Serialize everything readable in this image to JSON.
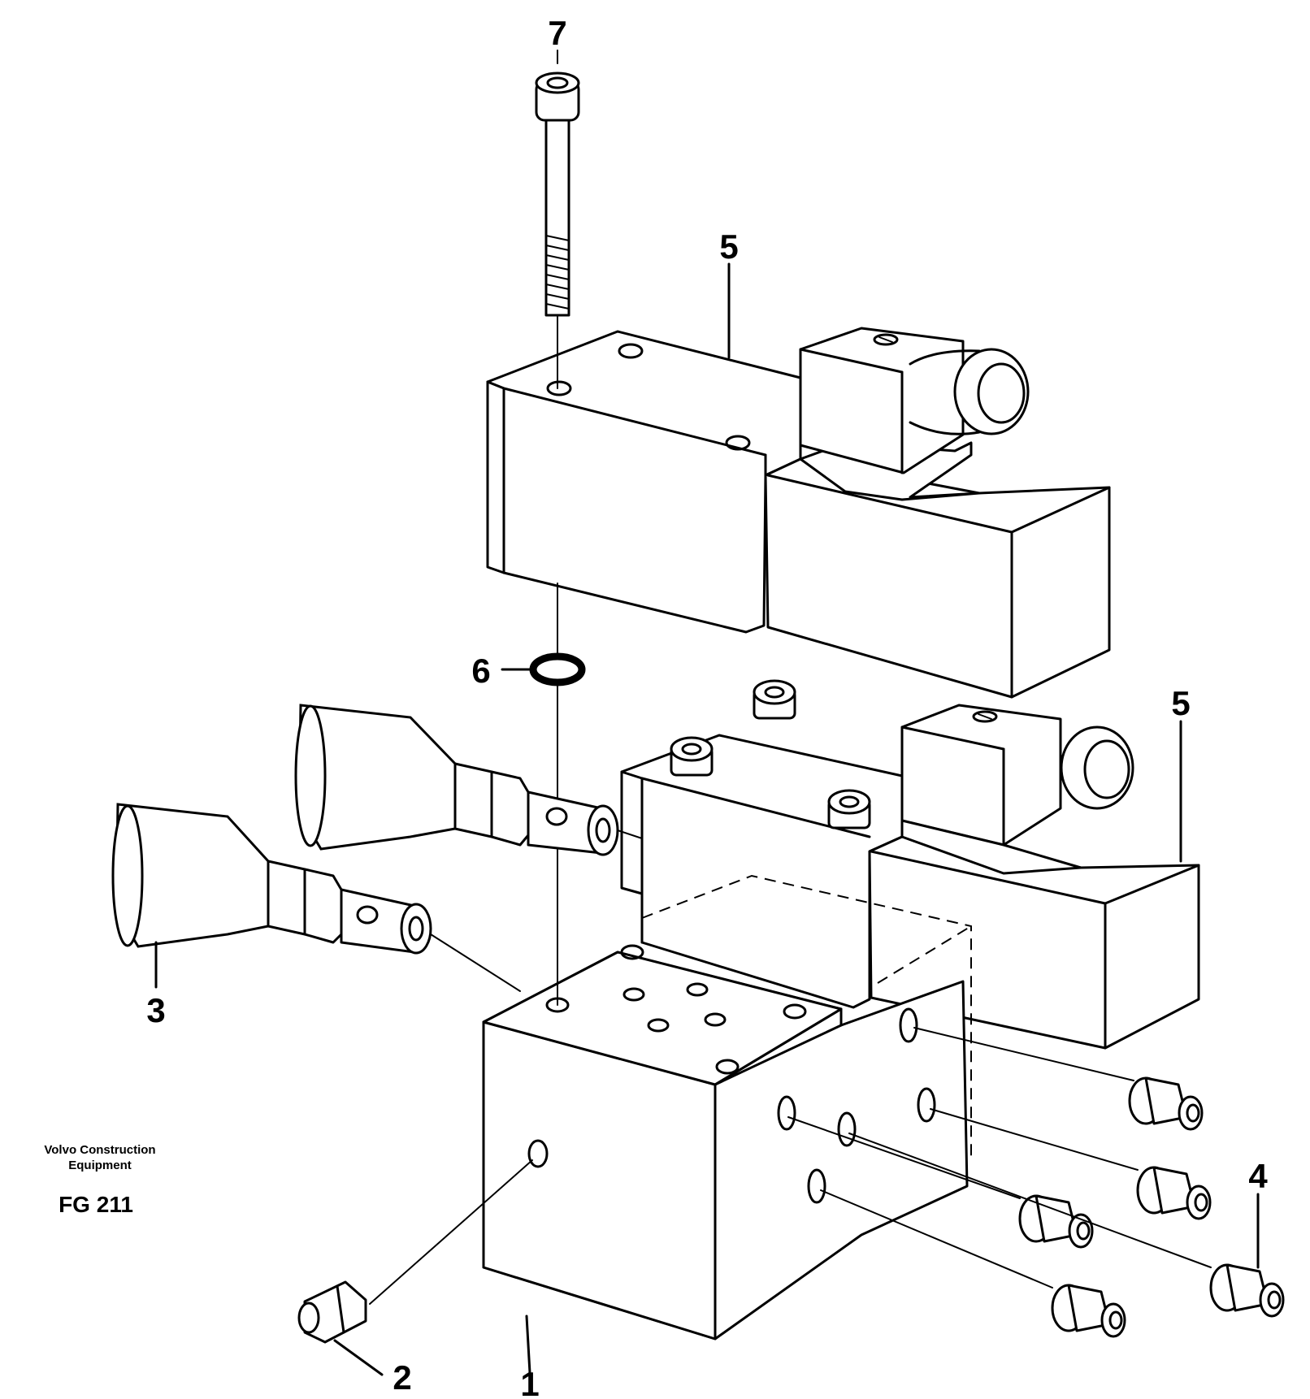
{
  "diagram": {
    "parts": [
      {
        "id": "part-1",
        "label": "1"
      },
      {
        "id": "part-2",
        "label": "2"
      },
      {
        "id": "part-3",
        "label": "3"
      },
      {
        "id": "part-4",
        "label": "4"
      },
      {
        "id": "part-5a",
        "label": "5"
      },
      {
        "id": "part-5b",
        "label": "5"
      },
      {
        "id": "part-6",
        "label": "6"
      },
      {
        "id": "part-7",
        "label": "7"
      }
    ],
    "caption": {
      "company_line1": "Volvo Construction",
      "company_line2": "Equipment",
      "figure_code": "FG 211"
    }
  }
}
